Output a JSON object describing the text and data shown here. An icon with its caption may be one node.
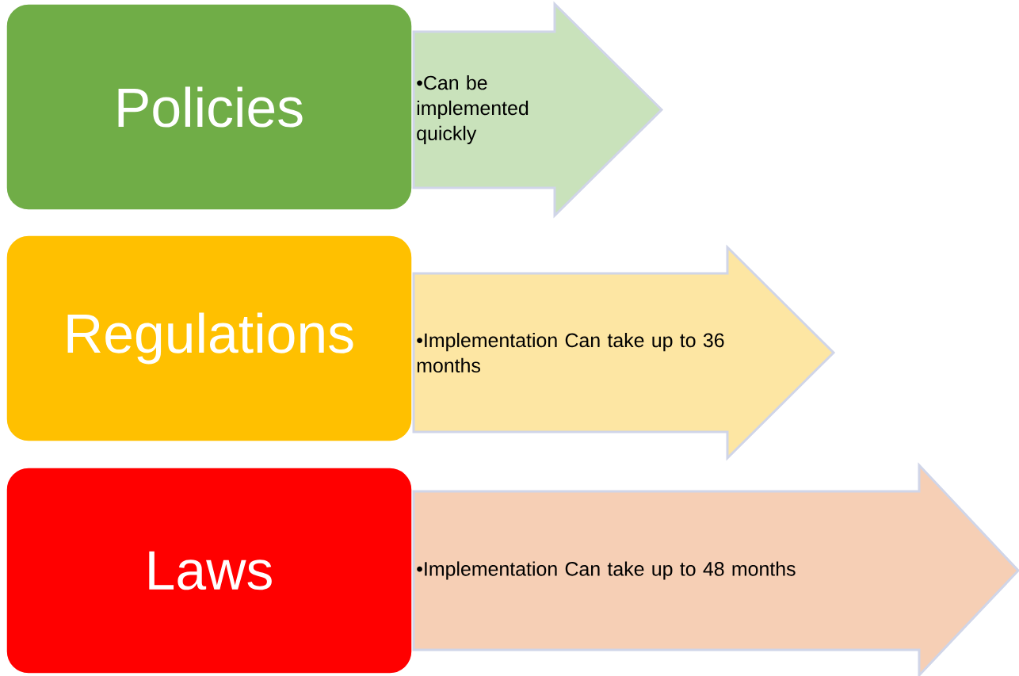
{
  "diagram": {
    "nodes": [
      {
        "text": [
          "Policies"
        ]
      },
      {
        "text": [
          "•Can be implemented quickly"
        ]
      },
      {
        "text": [
          "Regulations"
        ]
      },
      {
        "text": [
          "•Implementation Can take up to 36 months"
        ]
      },
      {
        "text": [
          "Laws"
        ]
      },
      {
        "text": [
          "•Implementation Can take up to 48 months"
        ]
      }
    ]
  }
}
